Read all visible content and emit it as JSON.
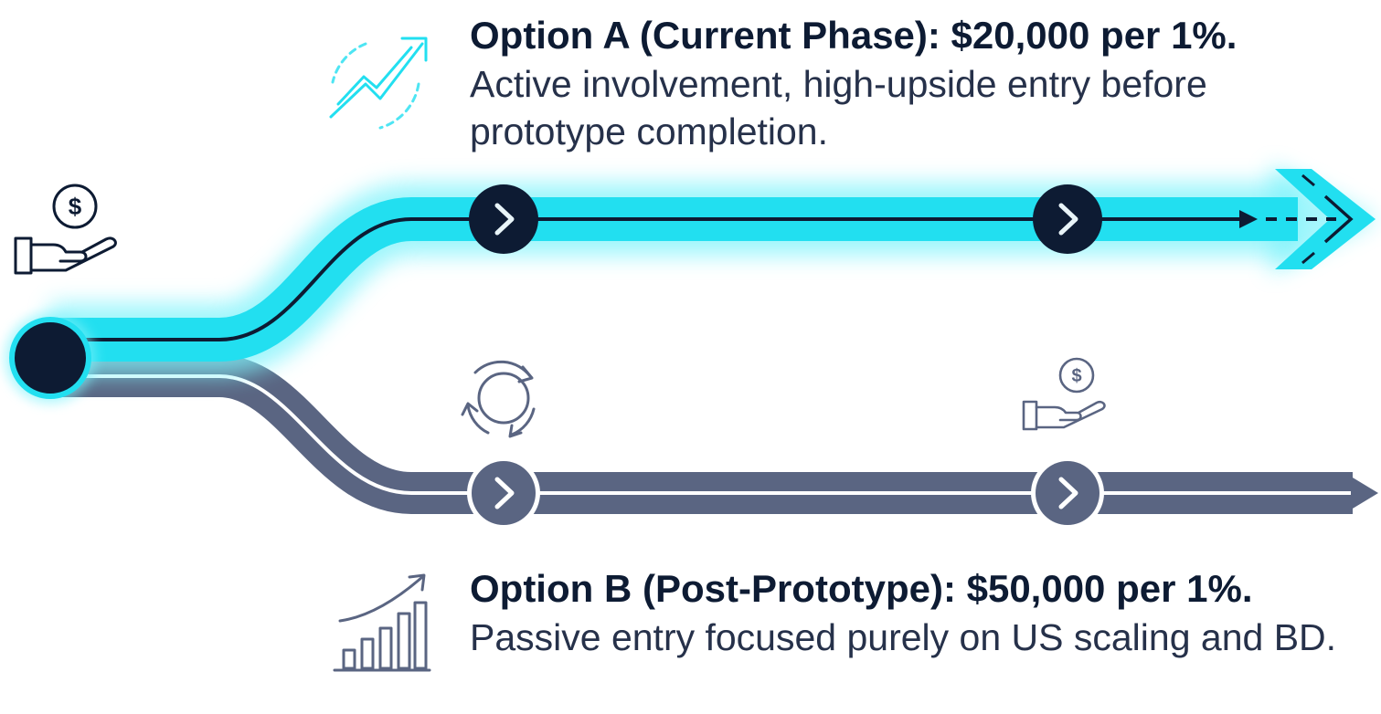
{
  "option_a": {
    "title": "Option A (Current Phase): $20,000 per 1%.",
    "description": "Active involvement, high-upside entry before prototype completion."
  },
  "option_b": {
    "title": "Option B (Post-Prototype): $50,000 per 1%.",
    "description": "Passive entry focused purely on US scaling and BD."
  },
  "icons": {
    "start": "hand-dollar-icon",
    "option_a": "trending-up-icon",
    "option_b": "bar-chart-growth-icon",
    "path_b_milestone_1": "cycle-arrows-icon",
    "path_b_milestone_2": "hand-dollar-icon"
  },
  "colors": {
    "path_a": "#22dff0",
    "path_a_glow": "#7ff3fb",
    "path_b": "#5a6582",
    "node_dark": "#0d1b33",
    "text_dark": "#0d1b33"
  }
}
